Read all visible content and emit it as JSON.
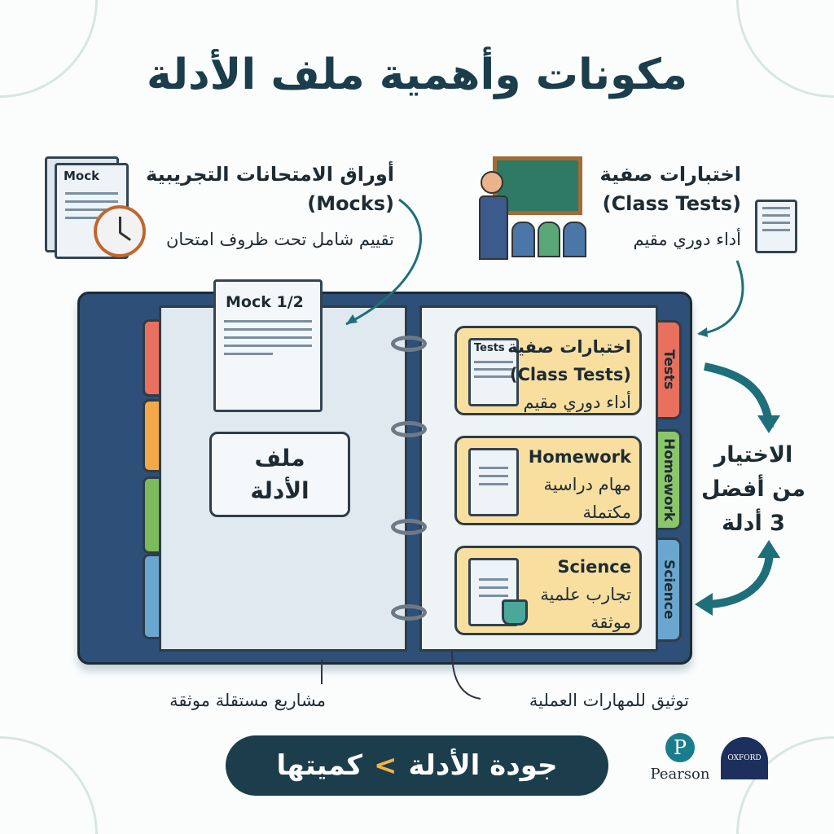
{
  "title": "مكونات وأهمية ملف الأدلة",
  "mocks": {
    "title": "أوراق الامتحانات التجريبية",
    "en": "(Mocks)",
    "desc": "تقييم شامل تحت ظروف امتحان",
    "icon_label": "Mock"
  },
  "class_tests": {
    "title": "اختبارات صفية",
    "en": "(Class Tests)",
    "desc": "أداء دوري مقيم"
  },
  "binder": {
    "mock_doc_label": "Mock 1/2",
    "label_line1": "ملف",
    "label_line2": "الأدلة",
    "cards": [
      {
        "icon_label": "Tests",
        "line1": "اختبارات صفية",
        "line2": "(Class Tests)",
        "line3": "أداء دوري مقيم"
      },
      {
        "line1": "Homework",
        "line2": "مهام دراسية",
        "line3": "مكتملة"
      },
      {
        "line1": "Science",
        "line2": "تجارب علمية",
        "line3": "موثقة"
      }
    ],
    "tabs": [
      "Tests",
      "Homework",
      "Science"
    ]
  },
  "selection": {
    "line1": "الاختيار",
    "line2": "من أفضل",
    "line3": "3 أدلة"
  },
  "bottom_left": "مشاريع مستقلة موثقة",
  "bottom_right": "توثيق للمهارات العملية",
  "banner": {
    "part1": "جودة الأدلة",
    "symbol": ">",
    "part2": "كميتها"
  },
  "logos": {
    "pearson": "Pearson",
    "pearson_mark": "P",
    "oxford": "OXFORD"
  },
  "colors": {
    "primary": "#1b3d4c",
    "card": "#f8dfa0",
    "binder": "#2d4f78",
    "tests": "#e8705e",
    "homework": "#8cc66a",
    "science": "#6aa7d0",
    "arrow": "#1f6f7a"
  }
}
